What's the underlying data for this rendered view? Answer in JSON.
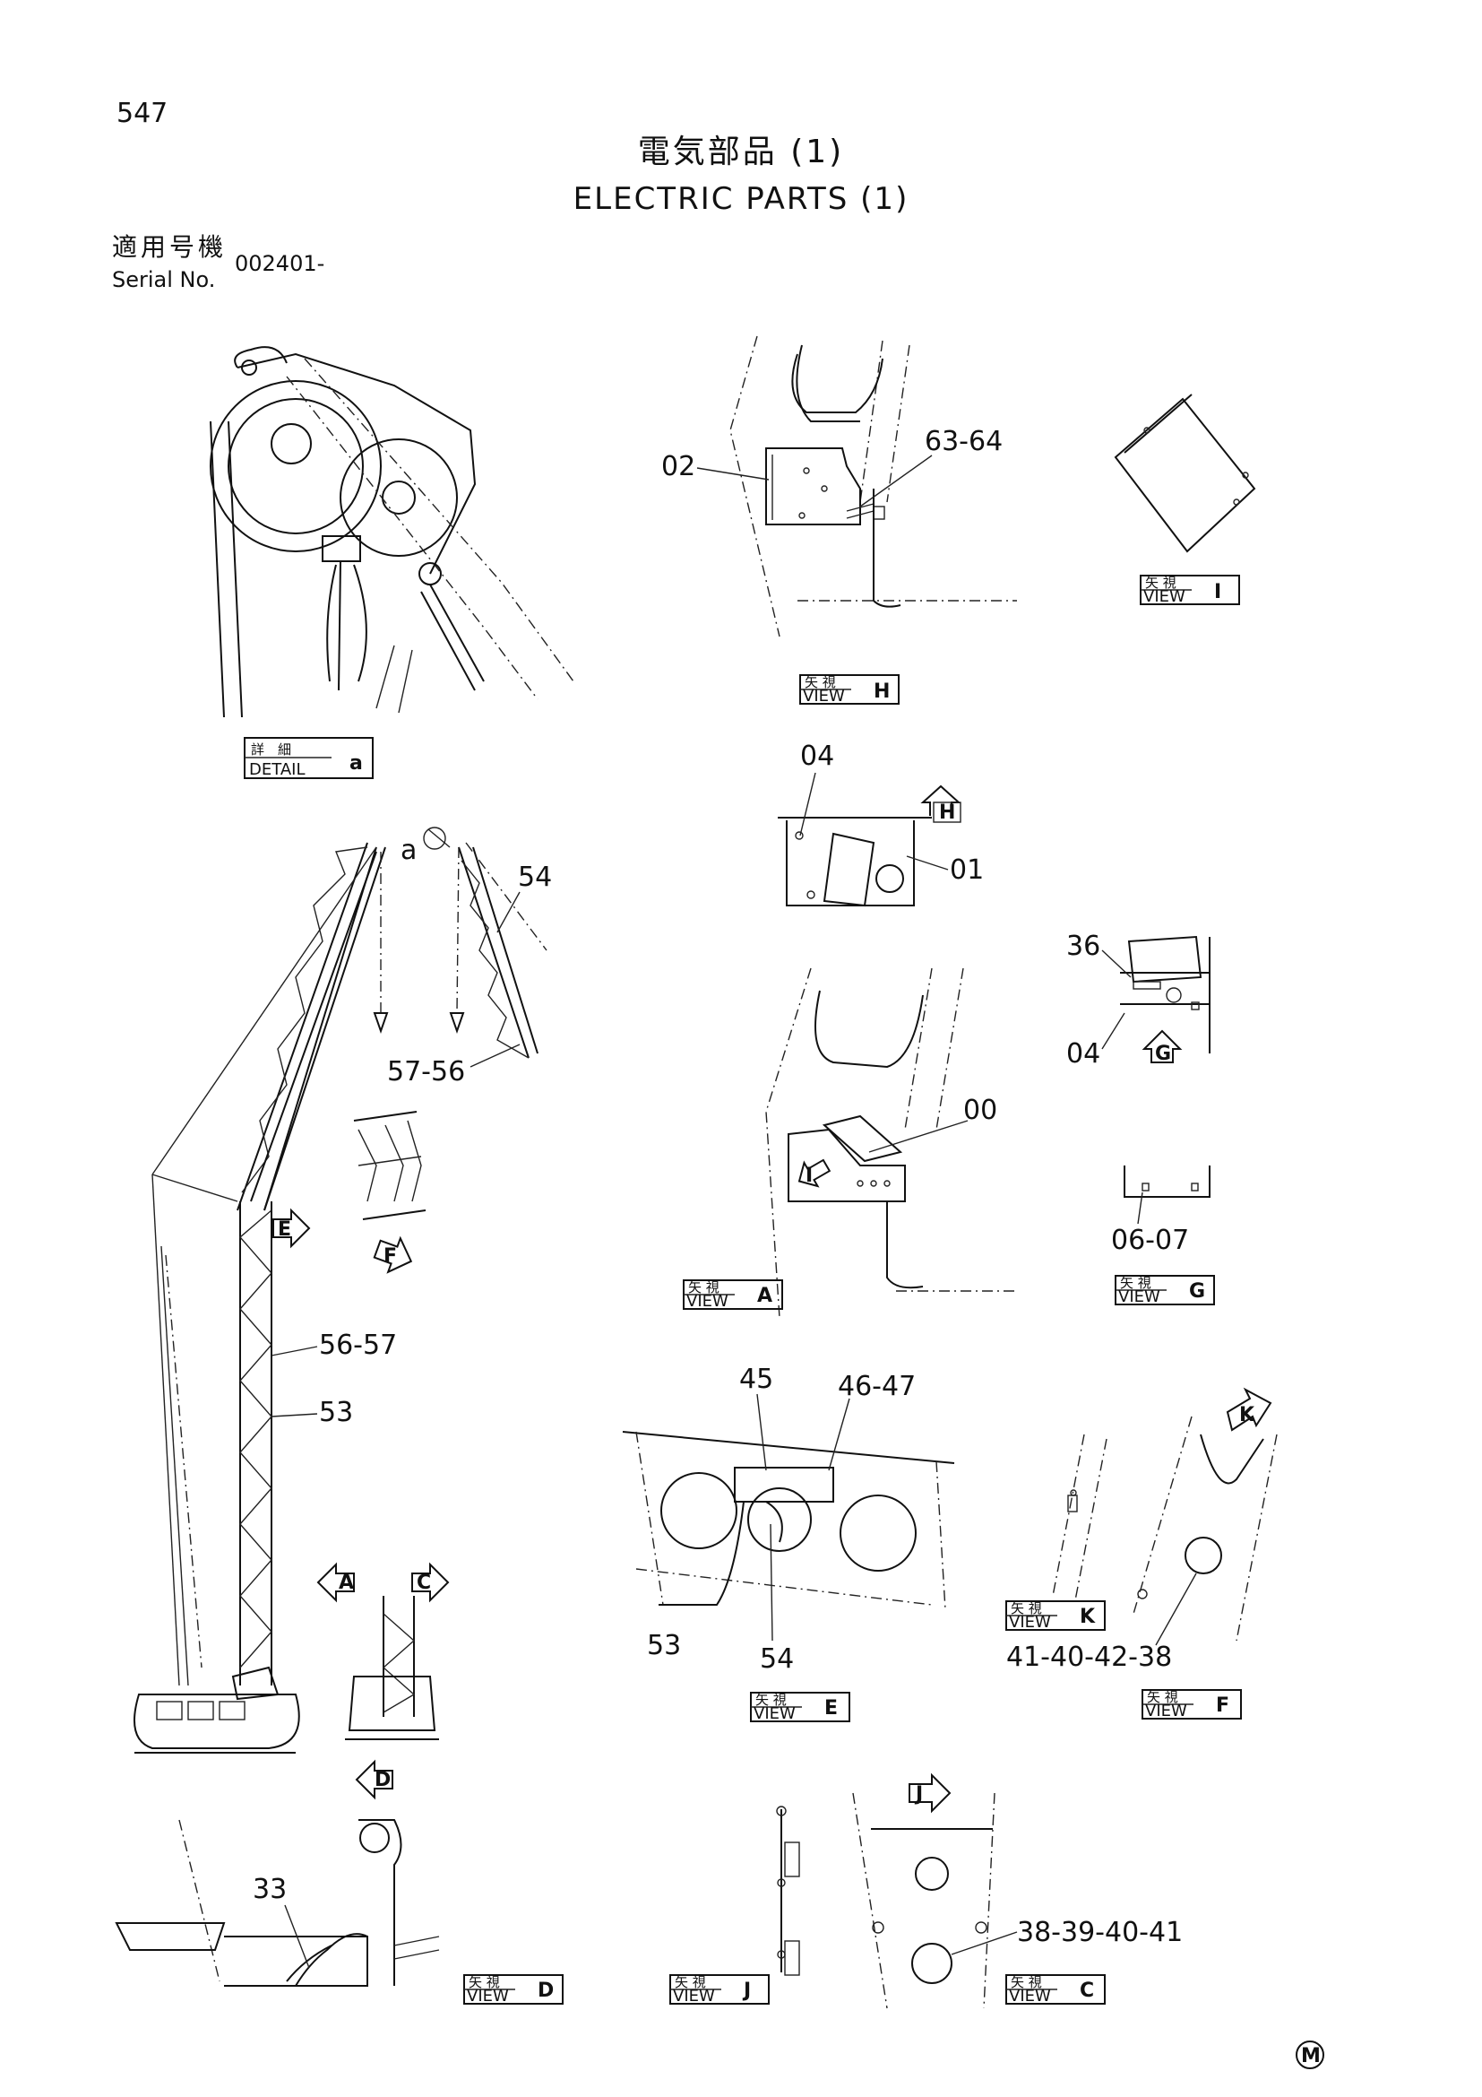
{
  "header": {
    "page_number": "547",
    "title_jp": "電気部品 (1)",
    "title_en": "ELECTRIC PARTS (1)",
    "serial_label_jp": "適用号機",
    "serial_label_en": "Serial No.",
    "serial_value": "002401-"
  },
  "view_boxes": {
    "detail_a": {
      "jp": "詳　細",
      "en": "DETAIL",
      "letter": "a"
    },
    "view_h": {
      "jp": "矢 視",
      "en": "VIEW",
      "letter": "H"
    },
    "view_i": {
      "jp": "矢 視",
      "en": "VIEW",
      "letter": "I"
    },
    "view_a": {
      "jp": "矢 視",
      "en": "VIEW",
      "letter": "A"
    },
    "view_g": {
      "jp": "矢 視",
      "en": "VIEW",
      "letter": "G"
    },
    "view_e": {
      "jp": "矢 視",
      "en": "VIEW",
      "letter": "E"
    },
    "view_k": {
      "jp": "矢 視",
      "en": "VIEW",
      "letter": "K"
    },
    "view_f": {
      "jp": "矢 視",
      "en": "VIEW",
      "letter": "F"
    },
    "view_d": {
      "jp": "矢 視",
      "en": "VIEW",
      "letter": "D"
    },
    "view_j": {
      "jp": "矢 視",
      "en": "VIEW",
      "letter": "J"
    },
    "view_c": {
      "jp": "矢 視",
      "en": "VIEW",
      "letter": "C"
    }
  },
  "callouts": {
    "c02": "02",
    "c63_64": "63-64",
    "c04_top": "04",
    "c01": "01",
    "c54_boom": "54",
    "c57_56": "57-56",
    "c36": "36",
    "c04_g": "04",
    "c00": "00",
    "c06_07": "06-07",
    "c56_57": "56-57",
    "c53": "53",
    "c45": "45",
    "c46_47": "46-47",
    "c53_e": "53",
    "c54_e": "54",
    "c41_40_42_38": "41-40-42-38",
    "c33": "33",
    "c38_39_40_41": "38-39-40-41",
    "detail_a_ref": "a"
  },
  "arrows": {
    "h": "H",
    "g": "G",
    "i": "I",
    "e": "E",
    "f": "F",
    "a": "A",
    "c": "C",
    "d": "D",
    "k": "K",
    "j": "J"
  },
  "footer": {
    "mark": "M"
  }
}
